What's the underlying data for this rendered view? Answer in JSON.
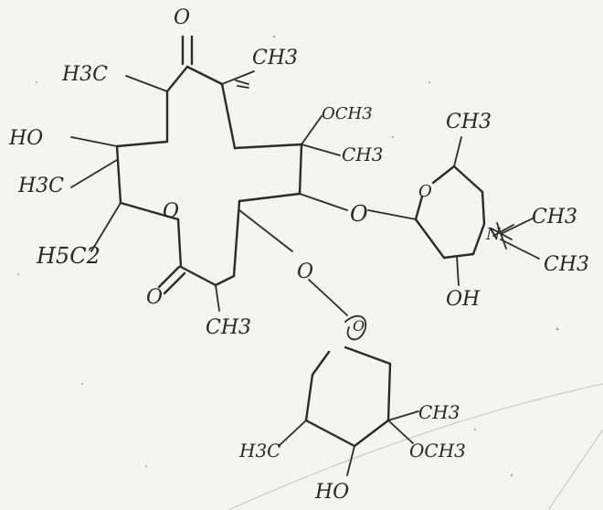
{
  "labels": {
    "top_o": "O",
    "top_ch3": "CH3",
    "h3c_top": "H3C",
    "ho_left": "HO",
    "h3c_left": "H3C",
    "h5c2": "H5C2",
    "ring_o": "O",
    "lactone_o": "O",
    "lower_ch3": "CH3",
    "och3_upper": "OCH3",
    "ch3_mid": "CH3",
    "o_bridge_right": "O",
    "ch3_sugar_top": "CH3",
    "sugar1_o": "O",
    "n_atom": "N",
    "ch3_n1": "CH3",
    "ch3_n2": "CH3",
    "oh_sugar1": "OH",
    "o_bridge_low": "O",
    "sugar2_o": "O",
    "h3c_sugar2": "H3C",
    "ch3_sugar2": "CH3",
    "och3_sugar2": "OCH3",
    "ho_sugar2": "HO"
  },
  "colors": {
    "ink": "#262626",
    "paper": "#f4f4f2"
  }
}
